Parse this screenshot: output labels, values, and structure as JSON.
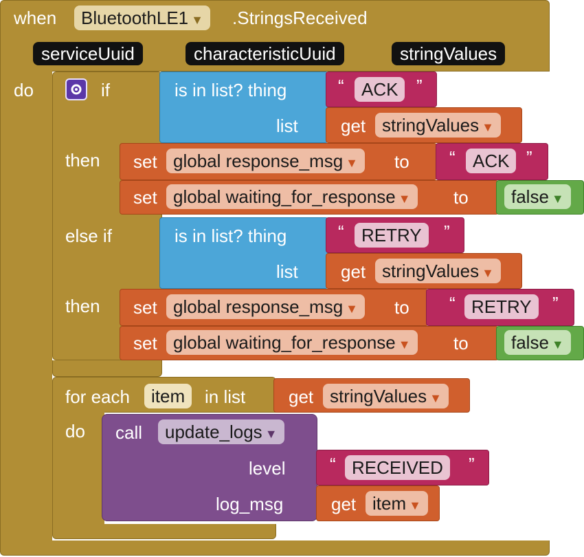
{
  "event": {
    "keyword": "when",
    "component": "BluetoothLE1",
    "event_name": ".StringsReceived",
    "params": [
      "serviceUuid",
      "characteristicUuid",
      "stringValues"
    ],
    "do_label": "do"
  },
  "if_block": {
    "if_label": "if",
    "then_label": "then",
    "else_if_label": "else if",
    "cond1": {
      "label": "is in list? thing",
      "list_label": "list",
      "value": "ACK",
      "get_label": "get",
      "list_var": "stringValues"
    },
    "then1": [
      {
        "set_label": "set",
        "var": "global response_msg",
        "to_label": "to",
        "value": "ACK",
        "type": "text"
      },
      {
        "set_label": "set",
        "var": "global waiting_for_response",
        "to_label": "to",
        "value": "false",
        "type": "bool"
      }
    ],
    "cond2": {
      "label": "is in list? thing",
      "list_label": "list",
      "value": "RETRY",
      "get_label": "get",
      "list_var": "stringValues"
    },
    "then2": [
      {
        "set_label": "set",
        "var": "global response_msg",
        "to_label": "to",
        "value": "RETRY",
        "type": "text"
      },
      {
        "set_label": "set",
        "var": "global waiting_for_response",
        "to_label": "to",
        "value": "false",
        "type": "bool"
      }
    ]
  },
  "foreach": {
    "label": "for each",
    "item": "item",
    "in_list_label": "in list",
    "get_label": "get",
    "list_var": "stringValues",
    "do_label": "do",
    "call": {
      "call_label": "call",
      "procedure": "update_logs",
      "arg1_label": "level",
      "arg1_value": "RECEIVED",
      "arg2_label": "log_msg",
      "arg2_get": "get",
      "arg2_var": "item"
    }
  },
  "glyphs": {
    "open_quote": "“",
    "close_quote": "”",
    "dropdown": "▼"
  },
  "colors": {
    "event": "#b18e35",
    "logic": "#4ca6d8",
    "text": "#b8295e",
    "variable": "#d05f2d",
    "boolean": "#63a948",
    "procedure": "#7e4e8d"
  }
}
